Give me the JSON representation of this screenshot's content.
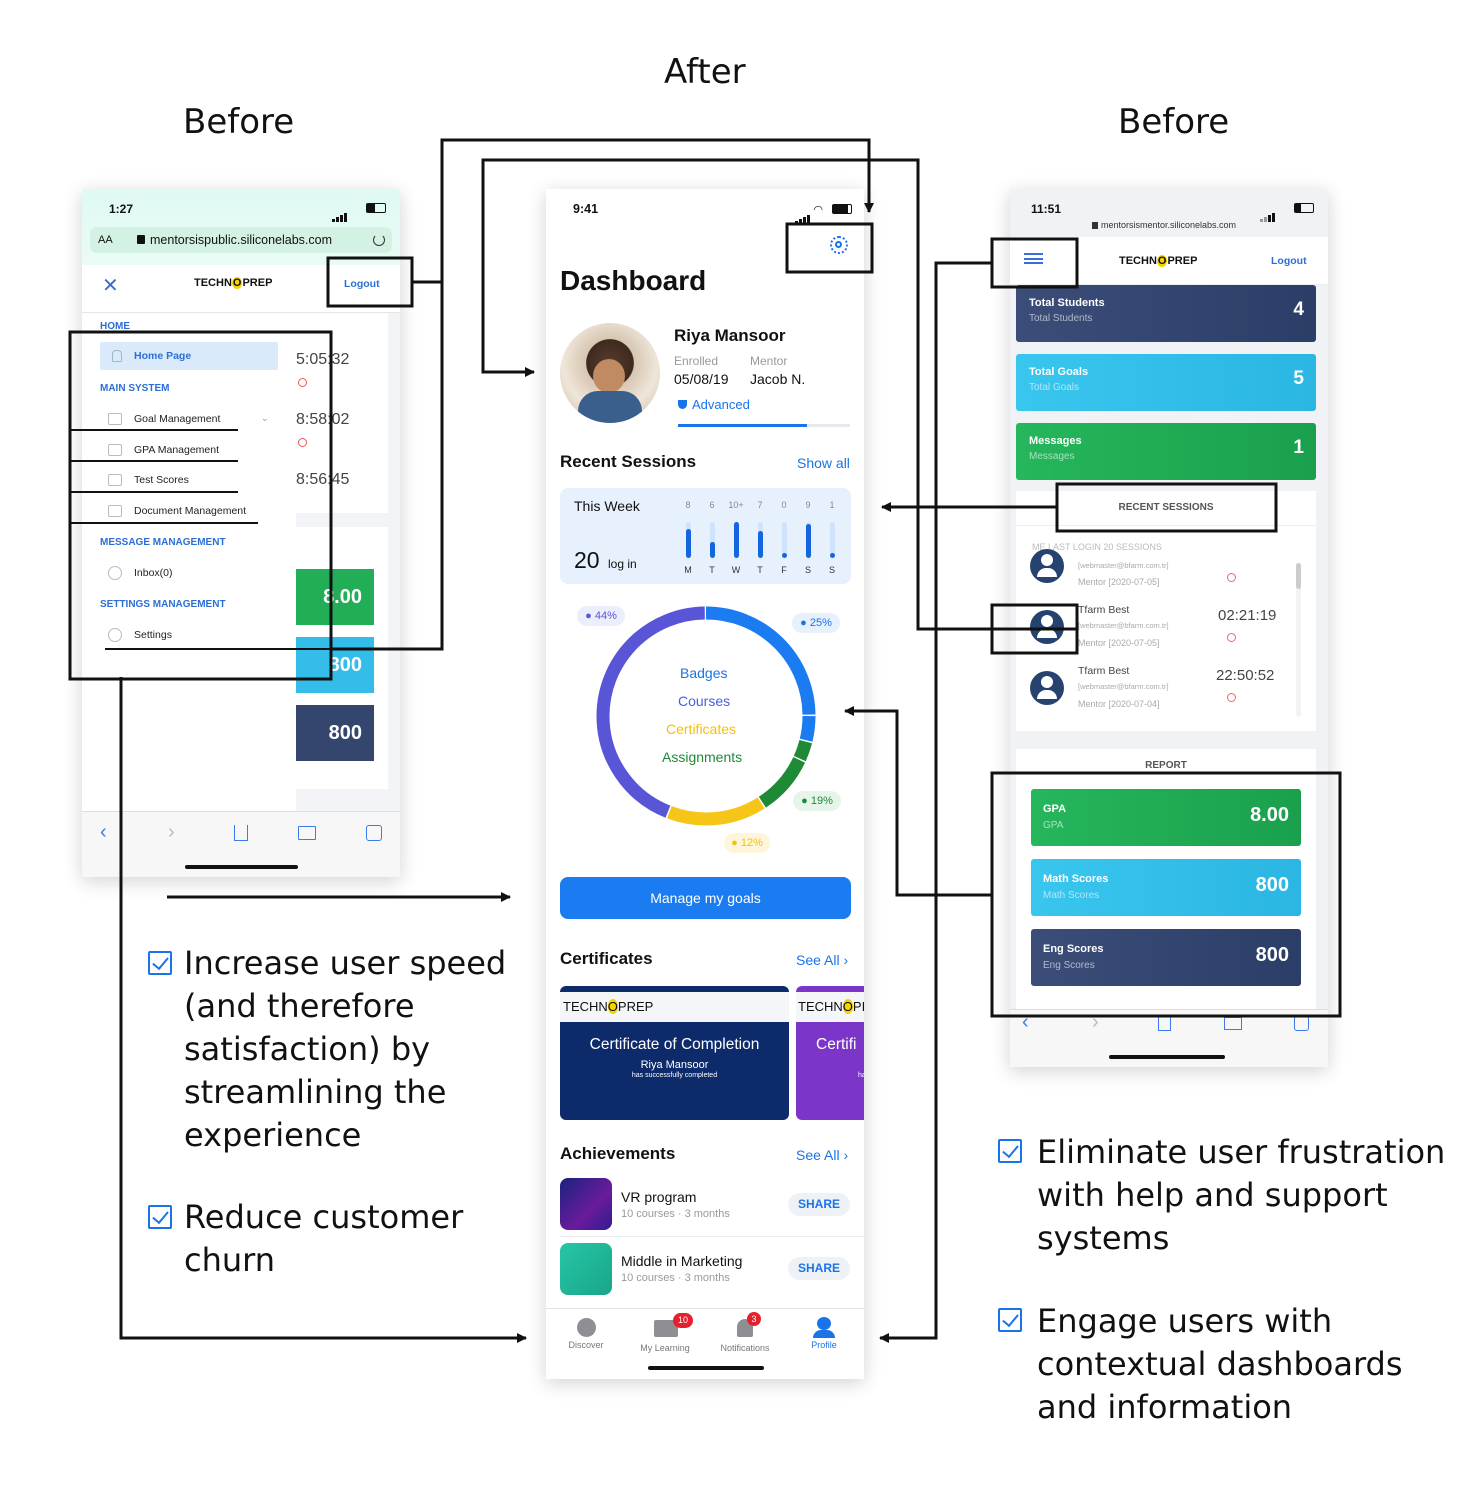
{
  "headings": {
    "after": "After",
    "before_left": "Before",
    "before_right": "Before"
  },
  "left_phone": {
    "time": "1:27",
    "url_aa": "AA",
    "url": "mentorsispublic.siliconelabs.com",
    "brand_pre": "TECHN",
    "brand_o": "O",
    "brand_post": "PREP",
    "logout": "Logout",
    "menu": {
      "home_section": "HOME",
      "home_page": "Home Page",
      "main_section": "MAIN SYSTEM",
      "items": [
        "Goal Management",
        "GPA Management",
        "Test Scores",
        "Document Management"
      ],
      "message_section": "MESSAGE MANAGEMENT",
      "inbox": "Inbox(0)",
      "settings_section": "SETTINGS MANAGEMENT",
      "settings": "Settings"
    },
    "times": [
      "5:05:32",
      "8:58:02",
      "8:56:45"
    ],
    "stats": [
      "8.00",
      "800",
      "800"
    ]
  },
  "center_phone": {
    "time": "9:41",
    "title": "Dashboard",
    "profile": {
      "name": "Riya Mansoor",
      "enrolled_label": "Enrolled",
      "enrolled_value": "05/08/19",
      "mentor_label": "Mentor",
      "mentor_value": "Jacob N.",
      "level": "Advanced"
    },
    "recent_sessions": {
      "title": "Recent Sessions",
      "show_all": "Show all",
      "week_label": "This Week",
      "count": "20",
      "count_suffix": "log in",
      "day_counts": [
        "8",
        "6",
        "10+",
        "7",
        "0",
        "9",
        "1"
      ],
      "days": [
        "M",
        "T",
        "W",
        "T",
        "F",
        "S",
        "S"
      ],
      "bar_levels": [
        0.8,
        0.45,
        1.0,
        0.75,
        0.1,
        0.95,
        0.15
      ]
    },
    "donut": {
      "labels": [
        "Badges",
        "Courses",
        "Certificates",
        "Assignments"
      ],
      "percents": [
        "44%",
        "25%",
        "19%",
        "12%"
      ],
      "segments": [
        {
          "value": 25,
          "color": "#1a7cf0"
        },
        {
          "value": 4,
          "color": "#1a7cf0"
        },
        {
          "value": 3,
          "color": "#1e8a36"
        },
        {
          "value": 9,
          "color": "#1e8a36"
        },
        {
          "value": 15,
          "color": "#f5c518"
        },
        {
          "value": 44,
          "color": "#5856d6"
        }
      ]
    },
    "manage_button": "Manage my goals",
    "certificates": {
      "title": "Certificates",
      "see_all": "See All",
      "brand_pre": "TECHN",
      "brand_o": "O",
      "brand_post": "PREP",
      "brand2_pre": "TECHN",
      "brand2_o": "O",
      "brand2_post": "PI",
      "cert_title": "Certificate of Completion",
      "cert_name": "Riya Mansoor",
      "cert_sub": "has successfully completed",
      "cert2_title": "Certifi",
      "cert2_sub": "ha"
    },
    "achievements": {
      "title": "Achievements",
      "see_all": "See All",
      "items": [
        {
          "title": "VR program",
          "meta": "10 courses · 3 months",
          "action": "SHARE"
        },
        {
          "title": "Middle in Marketing",
          "meta": "10 courses · 3 months",
          "action": "SHARE"
        }
      ]
    },
    "tabbar": [
      {
        "label": "Discover",
        "badge": ""
      },
      {
        "label": "My Learning",
        "badge": "10"
      },
      {
        "label": "Notifications",
        "badge": "3"
      },
      {
        "label": "Profile",
        "badge": ""
      }
    ]
  },
  "right_phone": {
    "time": "11:51",
    "url": "mentorsismentor.siliconelabs.com",
    "brand_pre": "TECHN",
    "brand_o": "O",
    "brand_post": "PREP",
    "logout": "Logout",
    "cards": [
      {
        "title": "Total Students",
        "subtitle": "Total Students",
        "value": "4",
        "color": "#34466e"
      },
      {
        "title": "Total Goals",
        "subtitle": "Total Goals",
        "value": "5",
        "color": "#33bde8"
      },
      {
        "title": "Messages",
        "subtitle": "Messages",
        "value": "1",
        "color": "#22ad57"
      }
    ],
    "recent_sessions": "RECENT SESSIONS",
    "last_login": "ME LAST LOGIN 20 SESSIONS",
    "sessions": [
      {
        "name": "",
        "email": "[webmaster@bfarm.com.tr]",
        "mentor": "Mentor [2020-07-05]",
        "time": ""
      },
      {
        "name": "Tfarm Best",
        "email": "[webmaster@bfarm.com.tr]",
        "mentor": "Mentor [2020-07-05]",
        "time": "02:21:19"
      },
      {
        "name": "Tfarm Best",
        "email": "[webmaster@bfarm.com.tr]",
        "mentor": "Mentor [2020-07-04]",
        "time": "22:50:52"
      }
    ],
    "report": "REPORT",
    "report_cards": [
      {
        "title": "GPA",
        "subtitle": "GPA",
        "value": "8.00",
        "color": "#22ad57"
      },
      {
        "title": "Math Scores",
        "subtitle": "Math Scores",
        "value": "800",
        "color": "#33bde8"
      },
      {
        "title": "Eng Scores",
        "subtitle": "Eng Scores",
        "value": "800",
        "color": "#34466e"
      }
    ]
  },
  "bullets": {
    "left": [
      [
        "Increase user speed",
        "(and therefore",
        "satisfaction) by",
        "streamlining the",
        "experience"
      ],
      [
        "Reduce customer",
        "churn"
      ]
    ],
    "right": [
      [
        "Eliminate user frustration",
        "with help and support",
        "systems"
      ],
      [
        "Engage users with",
        "contextual dashboards",
        "and information"
      ]
    ]
  }
}
